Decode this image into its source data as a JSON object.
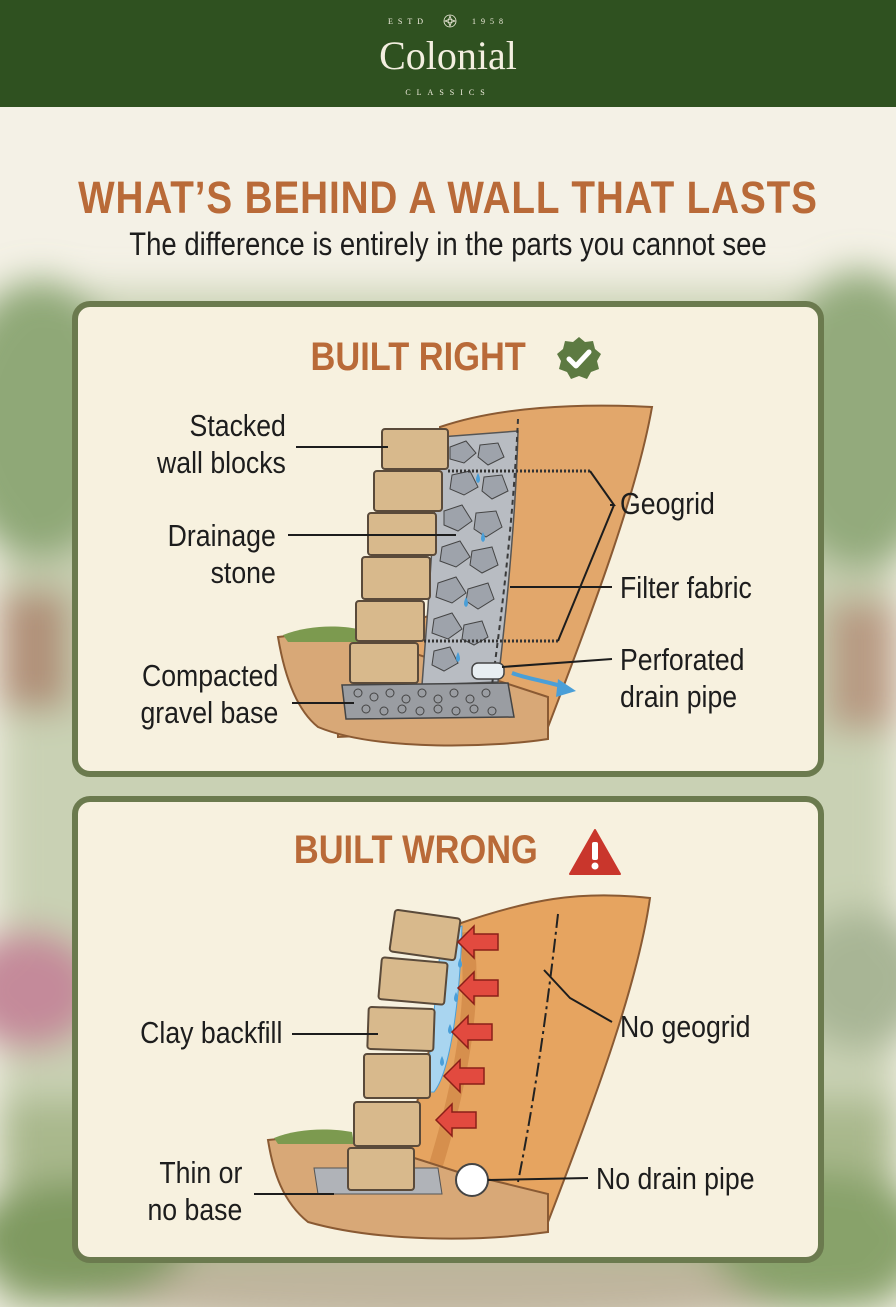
{
  "header": {
    "estd_left": "ESTD",
    "estd_right": "1958",
    "brand": "Colonial",
    "brand_sub": "CLASSICS"
  },
  "title": "WHAT’S BEHIND A WALL THAT LASTS",
  "subtitle": "The difference is entirely in the parts you cannot see",
  "built_right": {
    "heading": "BUILT RIGHT",
    "status_icon": "check-badge-icon",
    "labels": {
      "stacked": [
        "Stacked",
        "wall blocks"
      ],
      "drainage": [
        "Drainage",
        "stone"
      ],
      "compacted": [
        "Compacted",
        "gravel base"
      ],
      "geogrid": "Geogrid",
      "filter": "Filter fabric",
      "drain_pipe": [
        "Perforated",
        "drain pipe"
      ]
    }
  },
  "built_wrong": {
    "heading": "BUILT WRONG",
    "status_icon": "warning-triangle-icon",
    "labels": {
      "clay": "Clay backfill",
      "thin": [
        "Thin or",
        "no base"
      ],
      "no_geogrid": "No geogrid",
      "no_drain": "No drain pipe"
    }
  },
  "colors": {
    "header_green": "#2f5120",
    "title_orange": "#b96a38",
    "panel_border": "#6b7a4e",
    "check_green": "#5d7a42",
    "warning_red": "#c9362c",
    "water_blue": "#4a9fd8"
  }
}
